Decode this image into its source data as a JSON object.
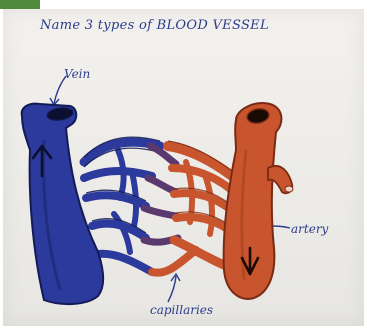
{
  "title": "Name 3 types of BLOOD VESSEL",
  "labels": {
    "vein": "Vein",
    "artery": "artery",
    "capillaries": "capillaries"
  },
  "colors": {
    "vein": "#2b3a9c",
    "vein_dark": "#141a55",
    "artery": "#c9552e",
    "artery_dark": "#7a2a14",
    "capillary_mix": "#5a3a6e",
    "ink": "#2c3c8c",
    "paper": "#eeede9"
  },
  "icons": {
    "vein_flow": "arrow-up-icon",
    "artery_flow": "arrow-down-icon"
  }
}
